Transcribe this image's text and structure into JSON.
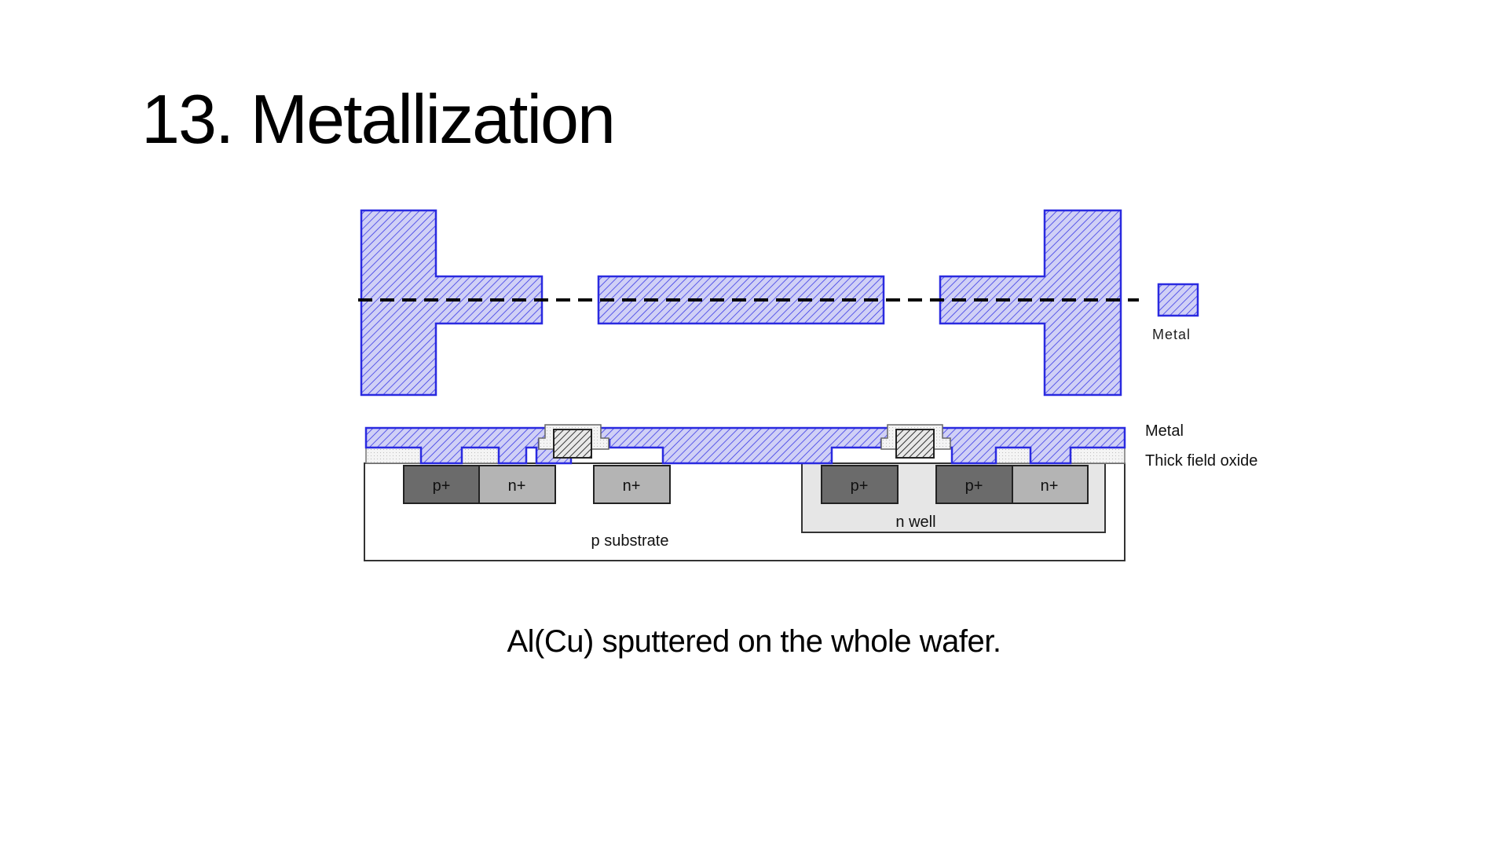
{
  "slide": {
    "title": "13. Metallization",
    "caption": "Al(Cu) sputtered on the whole wafer."
  },
  "diagram": {
    "top_view": {
      "legend_label": "Metal"
    },
    "cross_section": {
      "legend_metal": "Metal",
      "legend_oxide": "Thick field oxide",
      "regions": {
        "p_plus_1": "p+",
        "n_plus_1": "n+",
        "n_plus_2": "n+",
        "p_plus_2": "p+",
        "p_plus_3": "p+",
        "n_plus_3": "n+",
        "n_well": "n well",
        "p_substrate": "p substrate"
      }
    },
    "colors": {
      "metal_stroke": "#2a2ae0",
      "metal_fill": "#c8c8f4",
      "oxide_fill": "#f2f2f2",
      "p_plus_fill": "#6b6b6b",
      "n_plus_fill": "#b4b4b4",
      "n_well_fill": "#e6e6e6"
    }
  }
}
